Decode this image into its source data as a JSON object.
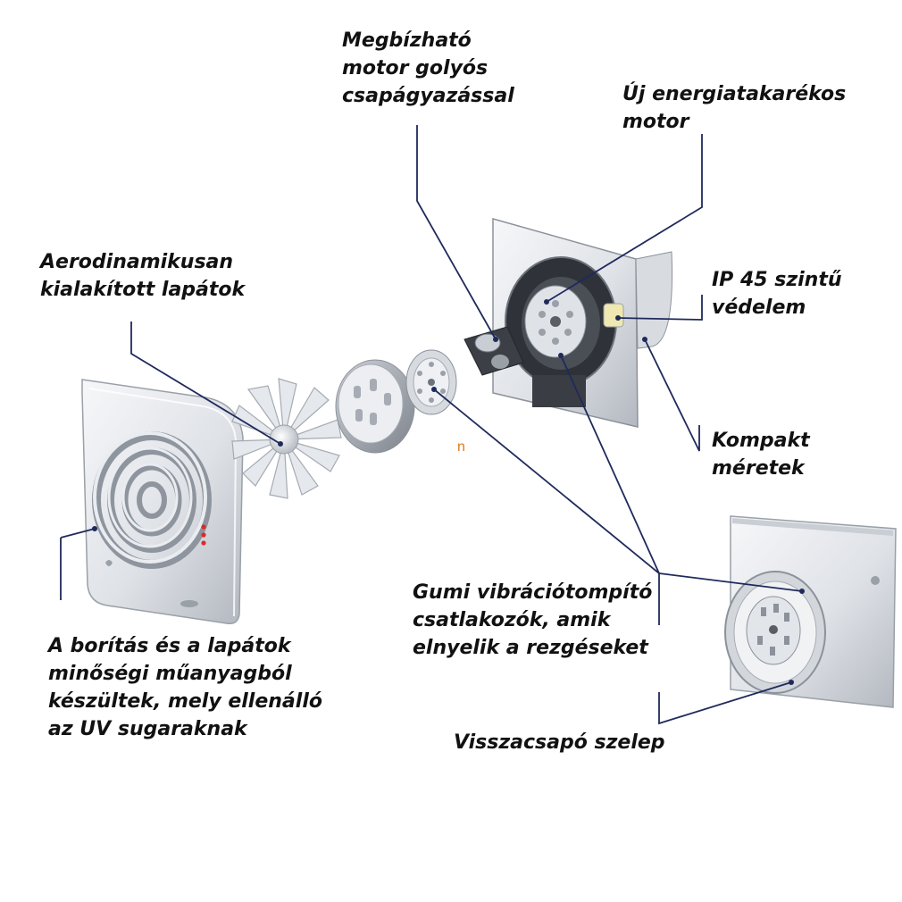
{
  "labels": {
    "bearing_motor": "Megbízható\nmotor golyós\ncsapágyazással",
    "energy_motor": "Új energiatakarékos\nmotor",
    "aero_blades": "Aerodinamikusan\nkialakított lapátok",
    "ip45": "IP 45 szintű\nvédelem",
    "compact": "Kompakt\nméretek",
    "rubber_connectors": "Gumi vibrációtompító\ncsatlakozók, amik\nelnyelik a rezgéseket",
    "cover_material": "A borítás és a lapátok\nminőségi műanyagból\nkészültek, mely ellenálló\naz UV sugaraknak",
    "check_valve": "Visszacsapó szelep"
  },
  "stray_mark": "n",
  "colors": {
    "leader_line": "#1f2a5c",
    "label_text": "#111111",
    "metal_light": "#eef0f3",
    "metal_mid": "#c9cdd4",
    "metal_dark": "#8c929b",
    "stray_mark": "#e07a1a"
  }
}
